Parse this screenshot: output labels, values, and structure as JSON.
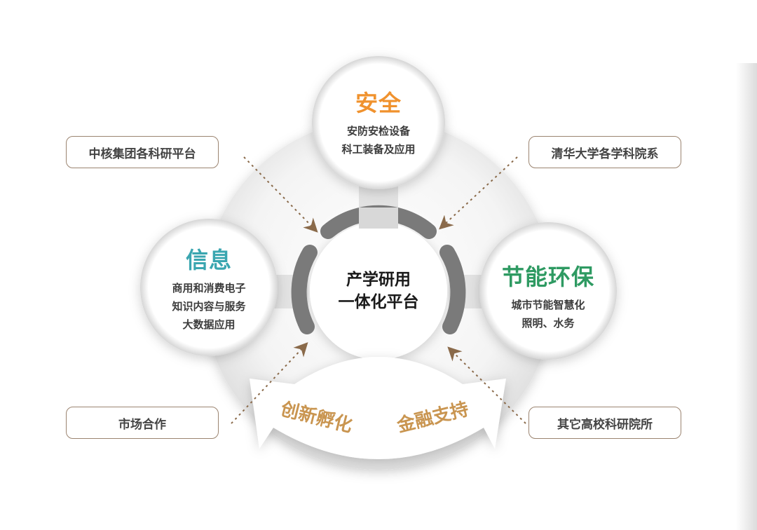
{
  "center": {
    "line1": "产学研用",
    "line2": "一体化平台"
  },
  "nodes": {
    "safety": {
      "title": "安全",
      "color": "#f0922e",
      "lines": [
        "安防安检设备",
        "科工装备及应用"
      ]
    },
    "info": {
      "title": "信息",
      "color": "#3aa6b0",
      "lines": [
        "商用和消费电子",
        "知识内容与服务",
        "大数据应用"
      ]
    },
    "energy": {
      "title": "节能环保",
      "color": "#2e9a62",
      "lines": [
        "城市节能智慧化",
        "照明、水务"
      ]
    }
  },
  "sources": {
    "top_left": "中核集团各科研平台",
    "top_right": "清华大学各学科院系",
    "bottom_left": "市场合作",
    "bottom_right": "其它高校科研院所"
  },
  "cycle_arrow": {
    "left": "创新孵化",
    "right": "金融支持",
    "color": "#c99550"
  },
  "colors": {
    "box_border": "#9b8470",
    "arrow": "#8a6a4a",
    "ring": "#7a7a7a"
  }
}
